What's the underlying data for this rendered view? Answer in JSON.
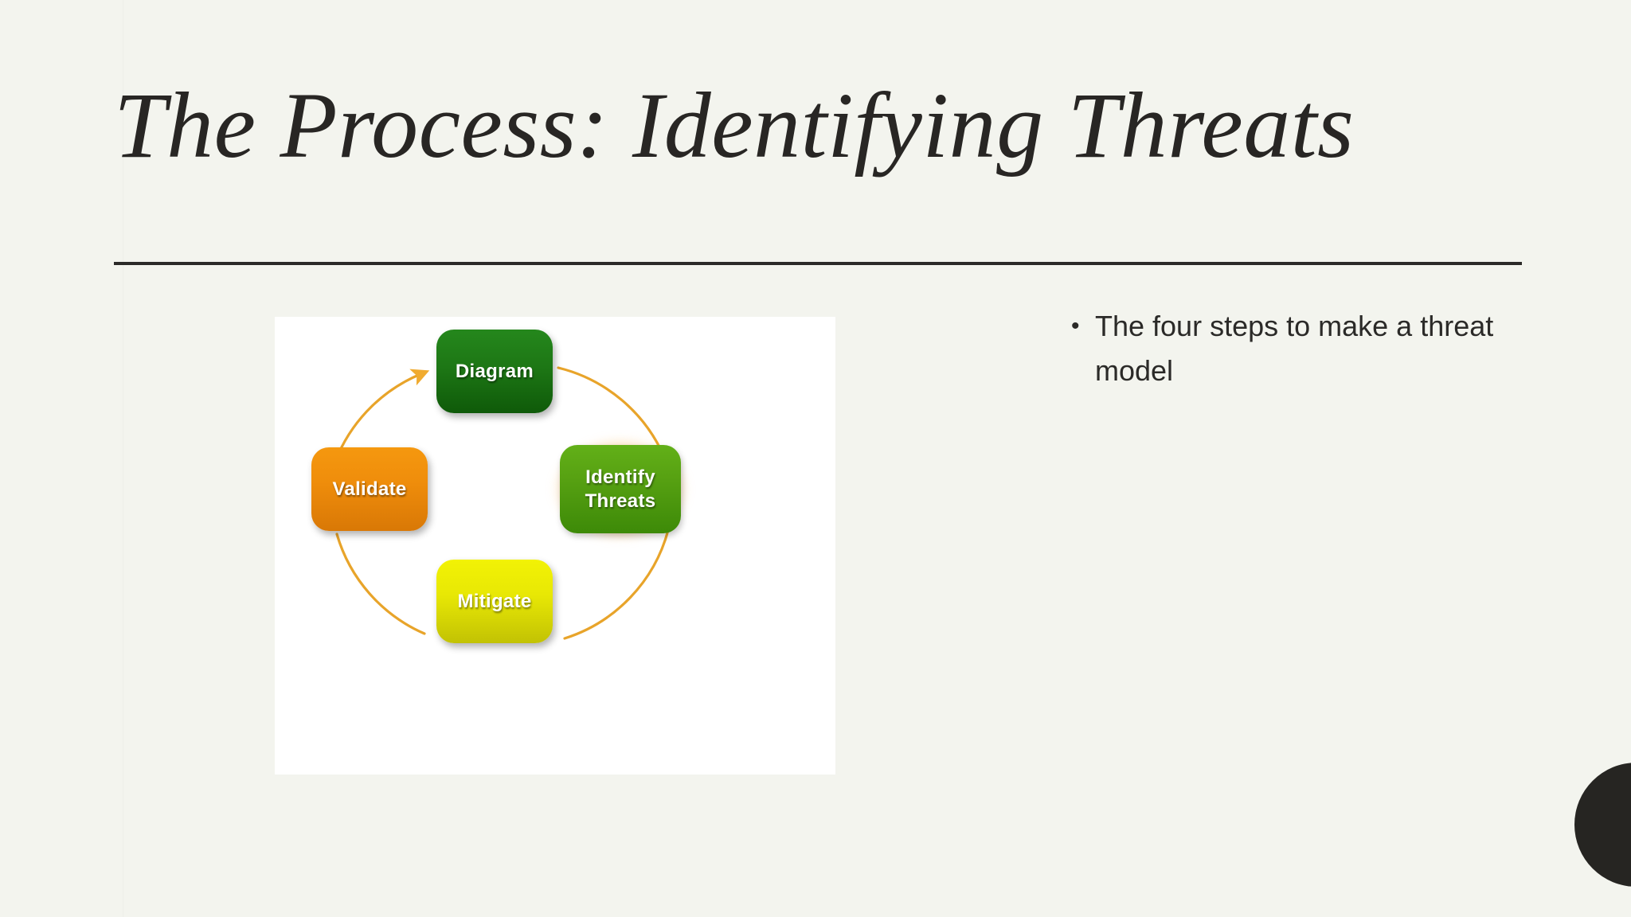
{
  "slide": {
    "background_color": "#f3f4ee",
    "title": "The Process: Identifying Threats",
    "title_color": "#282624",
    "rule_color": "#2b2a28"
  },
  "bullets": [
    {
      "marker": "•",
      "text": "The four steps to make a threat model"
    }
  ],
  "diagram": {
    "panel_background": "#ffffff",
    "type": "cycle",
    "arrow_color": "#e8a42a",
    "direction": "clockwise",
    "nodes": [
      {
        "id": "diagram",
        "label": "Diagram",
        "position": "top",
        "color_top": "#25871c",
        "color_bottom": "#0f5a09",
        "highlighted": false
      },
      {
        "id": "identify-threats",
        "label": "Identify Threats",
        "position": "right",
        "color_top": "#62b018",
        "color_bottom": "#3d8a08",
        "highlighted": true,
        "glow_color": "#fab250"
      },
      {
        "id": "mitigate",
        "label": "Mitigate",
        "position": "bottom",
        "color_top": "#f2f205",
        "color_bottom": "#c2c204",
        "highlighted": false
      },
      {
        "id": "validate",
        "label": "Validate",
        "position": "left",
        "color_top": "#f5980f",
        "color_bottom": "#d97806",
        "highlighted": false
      }
    ]
  },
  "decor": {
    "corner_circle_color": "#262522"
  }
}
